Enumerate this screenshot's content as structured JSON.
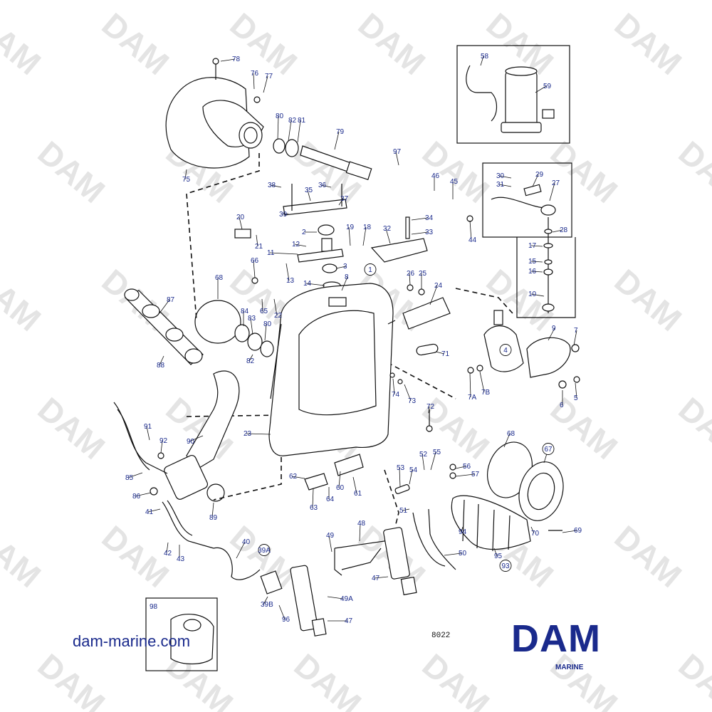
{
  "diagram": {
    "watermark": "DAM",
    "website": "dam-marine.com",
    "drawing_number": "8022",
    "brand": {
      "name": "DAM",
      "subtitle": "MARINE"
    },
    "callouts": [
      {
        "id": "78"
      },
      {
        "id": "76"
      },
      {
        "id": "77"
      },
      {
        "id": "80"
      },
      {
        "id": "82"
      },
      {
        "id": "81"
      },
      {
        "id": "79"
      },
      {
        "id": "75"
      },
      {
        "id": "97"
      },
      {
        "id": "46"
      },
      {
        "id": "45"
      },
      {
        "id": "44"
      },
      {
        "id": "58"
      },
      {
        "id": "59"
      },
      {
        "id": "30"
      },
      {
        "id": "31"
      },
      {
        "id": "29"
      },
      {
        "id": "27"
      },
      {
        "id": "28"
      },
      {
        "id": "17"
      },
      {
        "id": "15"
      },
      {
        "id": "16"
      },
      {
        "id": "10"
      },
      {
        "id": "38"
      },
      {
        "id": "36"
      },
      {
        "id": "35"
      },
      {
        "id": "37"
      },
      {
        "id": "39"
      },
      {
        "id": "20"
      },
      {
        "id": "21"
      },
      {
        "id": "2"
      },
      {
        "id": "12"
      },
      {
        "id": "11"
      },
      {
        "id": "19"
      },
      {
        "id": "18"
      },
      {
        "id": "34"
      },
      {
        "id": "33"
      },
      {
        "id": "32"
      },
      {
        "id": "3"
      },
      {
        "id": "13"
      },
      {
        "id": "66"
      },
      {
        "id": "14"
      },
      {
        "id": "8"
      },
      {
        "id": "1"
      },
      {
        "id": "26"
      },
      {
        "id": "25"
      },
      {
        "id": "24"
      },
      {
        "id": "68"
      },
      {
        "id": "65"
      },
      {
        "id": "22"
      },
      {
        "id": "87"
      },
      {
        "id": "84"
      },
      {
        "id": "83"
      },
      {
        "id": "80"
      },
      {
        "id": "82"
      },
      {
        "id": "88"
      },
      {
        "id": "9"
      },
      {
        "id": "7"
      },
      {
        "id": "4"
      },
      {
        "id": "71"
      },
      {
        "id": "74"
      },
      {
        "id": "73"
      },
      {
        "id": "7A"
      },
      {
        "id": "7B"
      },
      {
        "id": "6"
      },
      {
        "id": "5"
      },
      {
        "id": "72"
      },
      {
        "id": "91"
      },
      {
        "id": "92"
      },
      {
        "id": "90"
      },
      {
        "id": "23"
      },
      {
        "id": "68"
      },
      {
        "id": "67"
      },
      {
        "id": "85"
      },
      {
        "id": "86"
      },
      {
        "id": "41"
      },
      {
        "id": "89"
      },
      {
        "id": "62"
      },
      {
        "id": "60"
      },
      {
        "id": "63"
      },
      {
        "id": "64"
      },
      {
        "id": "61"
      },
      {
        "id": "53"
      },
      {
        "id": "52"
      },
      {
        "id": "55"
      },
      {
        "id": "56"
      },
      {
        "id": "57"
      },
      {
        "id": "54"
      },
      {
        "id": "51"
      },
      {
        "id": "48"
      },
      {
        "id": "49"
      },
      {
        "id": "94"
      },
      {
        "id": "70"
      },
      {
        "id": "69"
      },
      {
        "id": "95"
      },
      {
        "id": "93"
      },
      {
        "id": "50"
      },
      {
        "id": "42"
      },
      {
        "id": "43"
      },
      {
        "id": "40"
      },
      {
        "id": "39A"
      },
      {
        "id": "47"
      },
      {
        "id": "49A"
      },
      {
        "id": "39B"
      },
      {
        "id": "96"
      },
      {
        "id": "47"
      },
      {
        "id": "98"
      }
    ]
  }
}
